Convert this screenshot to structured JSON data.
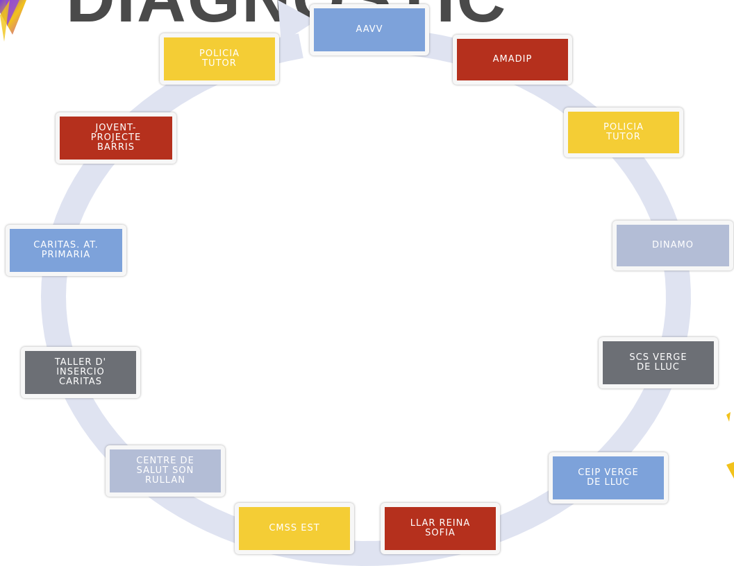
{
  "title": "DIAGNOSTIC",
  "colors": {
    "blue": "#7da2da",
    "red": "#b5301d",
    "yellow": "#f4cd35",
    "gray_light": "#b3bdd6",
    "gray_dark": "#6c6f75",
    "arrow": "#dfe3f1"
  },
  "nodes": [
    {
      "id": "aavv",
      "label": "AAVV",
      "color": "blue"
    },
    {
      "id": "amadip",
      "label": "AMADIP",
      "color": "red"
    },
    {
      "id": "policia-tutor-right",
      "label": "POLICIA\nTUTOR",
      "color": "yellow"
    },
    {
      "id": "dinamo",
      "label": "DINAMO",
      "color": "gray_light"
    },
    {
      "id": "scs-verge-de-lluc",
      "label": "SCS VERGE\nDE LLUC",
      "color": "gray_dark"
    },
    {
      "id": "ceip-verge-de-lluc",
      "label": "CEIP VERGE\nDE LLUC",
      "color": "blue"
    },
    {
      "id": "llar-reina-sofia",
      "label": "LLAR REINA\nSOFIA",
      "color": "red"
    },
    {
      "id": "cmss-est",
      "label": "CMSS EST",
      "color": "yellow"
    },
    {
      "id": "centre-de-salut-son-rullan",
      "label": "CENTRE DE\nSALUT SON\nRULLAN",
      "color": "gray_light"
    },
    {
      "id": "taller-d-insercio-caritas",
      "label": "TALLER D'\nINSERCIO\nCARITAS",
      "color": "gray_dark"
    },
    {
      "id": "caritas-at-primaria",
      "label": "CARITAS. AT.\nPRIMARIA",
      "color": "blue"
    },
    {
      "id": "jovent-projecte-barris",
      "label": "JOVENT-\nPROJECTE\nBARRIS",
      "color": "red"
    },
    {
      "id": "policia-tutor-left",
      "label": "POLICIA\nTUTOR",
      "color": "yellow"
    }
  ]
}
